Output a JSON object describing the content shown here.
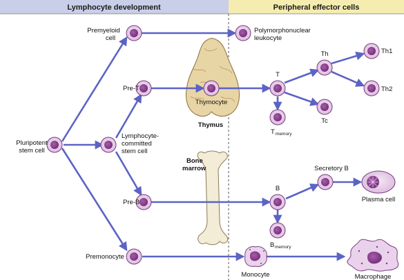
{
  "headers": {
    "left": "Lymphocyte development",
    "right": "Peripheral effector cells"
  },
  "colors": {
    "arrow": "#5b63c4",
    "header_left": "#c9cfe8",
    "header_right": "#f5ecb0",
    "cell_fill": "#ead2ec",
    "nucleus": "#8b3f8e",
    "organ": "#e8d5a6",
    "bone": "#f3ecd6"
  },
  "labels": {
    "pluripotent": [
      "Pluripotent",
      "stem cell"
    ],
    "lymphocyte_committed": [
      "Lymphocyte-",
      "committed",
      "stem cell"
    ],
    "premyeloid": [
      "Premyeloid",
      "cell"
    ],
    "polymorphonuclear": [
      "Polymorphonuclear",
      "leukocyte"
    ],
    "pre_t": "Pre-T",
    "thymocyte": "Thymocyte",
    "thymus": "Thymus",
    "t": "T",
    "th": "Th",
    "th1": "Th1",
    "th2": "Th2",
    "tc": "Tc",
    "t_memory_main": "T",
    "t_memory_sub": "memory",
    "bone_marrow": [
      "Bone",
      "marrow"
    ],
    "pre_b": "Pre-B",
    "b": "B",
    "secretory_b": "Secretory B",
    "plasma_cell": "Plasma cell",
    "b_memory_main": "B",
    "b_memory_sub": "memory",
    "premonocyte": "Premonocyte",
    "monocyte": "Monocyte",
    "macrophage": "Macrophage"
  }
}
